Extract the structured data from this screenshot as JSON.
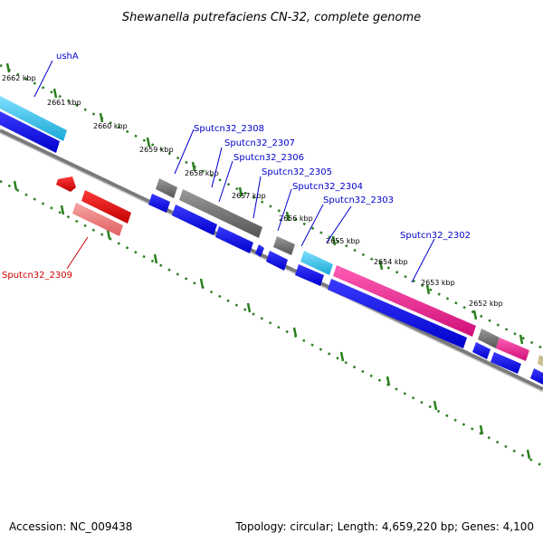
{
  "title": "Shewanella putrefaciens CN-32, complete genome",
  "footer": {
    "accession": "Accession: NC_009438",
    "summary": "Topology: circular; Length: 4,659,220 bp; Genes: 4,100"
  },
  "colors": {
    "backbone": "#808080",
    "tick": "#2a7f1e",
    "cds": "#0000ee",
    "trna_gray": "#707070",
    "cyan": "#2bbbe6",
    "magenta": "#ee1b8c",
    "red": "#e61a1a",
    "pink": "#ec7070",
    "olive": "#c8c090",
    "label_blue": "#0000cc",
    "label_red": "#d00000"
  },
  "tick_labels": [
    "2662 kbp",
    "2661 kbp",
    "2660 kbp",
    "2659 kbp",
    "2658 kbp",
    "2657 kbp",
    "2656 kbp",
    "2655 kbp",
    "2654 kbp",
    "2653 kbp",
    "2652 kbp"
  ],
  "gene_labels": [
    "ushA",
    "Sputcn32_2308",
    "Sputcn32_2307",
    "Sputcn32_2306",
    "Sputcn32_2305",
    "Sputcn32_2304",
    "Sputcn32_2303",
    "Sputcn32_2302",
    "Sputcn32_2309"
  ]
}
